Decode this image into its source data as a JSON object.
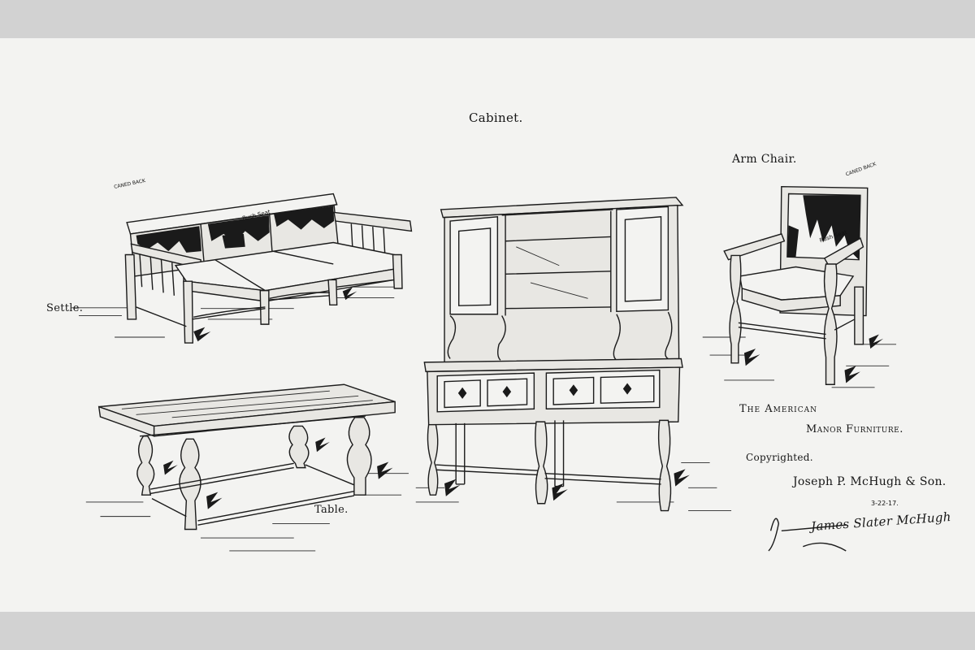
{
  "labels": {
    "settle": "Settle.",
    "table": "Table.",
    "cabinet": "Cabinet.",
    "arm_chair": "Arm Chair."
  },
  "settle_marks": {
    "cane_back": "CANED BACK",
    "rush_seat": "Rush Seat"
  },
  "chair_marks": {
    "cane_back": "CANED BACK",
    "rush_seat": "Rush Seat"
  },
  "title": {
    "line1": "The American",
    "line2": "Manor Furniture."
  },
  "copyright": {
    "label": "Copyrighted.",
    "owner": "Joseph P. McHugh & Son.",
    "date": "3-22-17."
  },
  "signature": {
    "text": "James Slater McHugh"
  },
  "colors": {
    "ink": "#1c1c1c",
    "paper": "#f3f3f1",
    "frame": "#d2d2d2"
  }
}
